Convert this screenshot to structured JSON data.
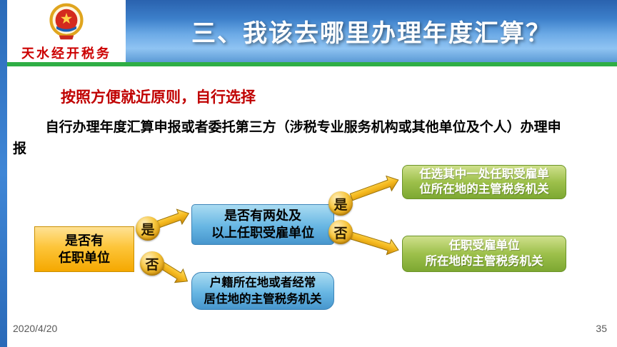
{
  "header": {
    "title": "三、我该去哪里办理年度汇算？",
    "logo_text": "天水经开税务"
  },
  "content": {
    "subtitle": "按照方便就近原则，自行选择",
    "paragraph": "自行办理年度汇算申报或者委托第三方（涉税专业服务机构或其他单位及个人）办理申\n报"
  },
  "flowchart": {
    "start_box": "是否有\n任职单位",
    "yes1": "是",
    "no1": "否",
    "middle_box": "是否有两处及\n以上任职受雇单位",
    "yes2": "是",
    "no2": "否",
    "result_top": "任选其中一处任职受雇单\n位所在地的主管税务机关",
    "result_right": "任职受雇单位\n所在地的主管税务机关",
    "result_household": "户籍所在地或者经常\n居住地的主管税务机关"
  },
  "footer": {
    "date": "2020/4/20",
    "page": "35"
  },
  "colors": {
    "header_blue": "#3c7fca",
    "green_line": "#2fae45",
    "accent_red": "#c00000",
    "box_gold": "#fdc53a",
    "box_blue": "#67b6e3",
    "box_green": "#9dc04b"
  }
}
